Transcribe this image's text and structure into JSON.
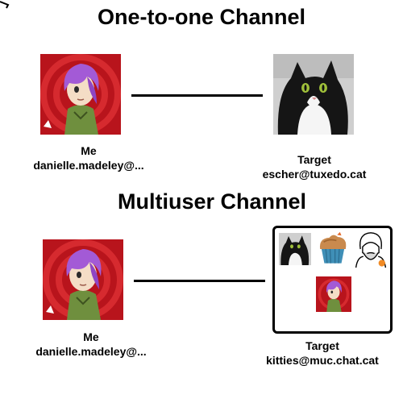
{
  "sections": {
    "one_to_one": {
      "title": "One-to-one Channel",
      "me": {
        "line1": "Me",
        "line2": "danielle.madeley@..."
      },
      "target": {
        "line1": "Target",
        "line2": "escher@tuxedo.cat"
      }
    },
    "multiuser": {
      "title": "Multiuser Channel",
      "me": {
        "line1": "Me",
        "line2": "danielle.madeley@..."
      },
      "target": {
        "line1": "Target",
        "line2": "kitties@muc.chat.cat"
      }
    }
  },
  "colors": {
    "avatar_background": "#b8141c",
    "avatar_hair": "#a35ad6",
    "avatar_jacket": "#6f8f3e",
    "connector": "#000000"
  },
  "icons": [
    "anime-avatar-icon",
    "tuxedo-cat-photo",
    "cupcake-icon",
    "bearded-user-icon"
  ]
}
